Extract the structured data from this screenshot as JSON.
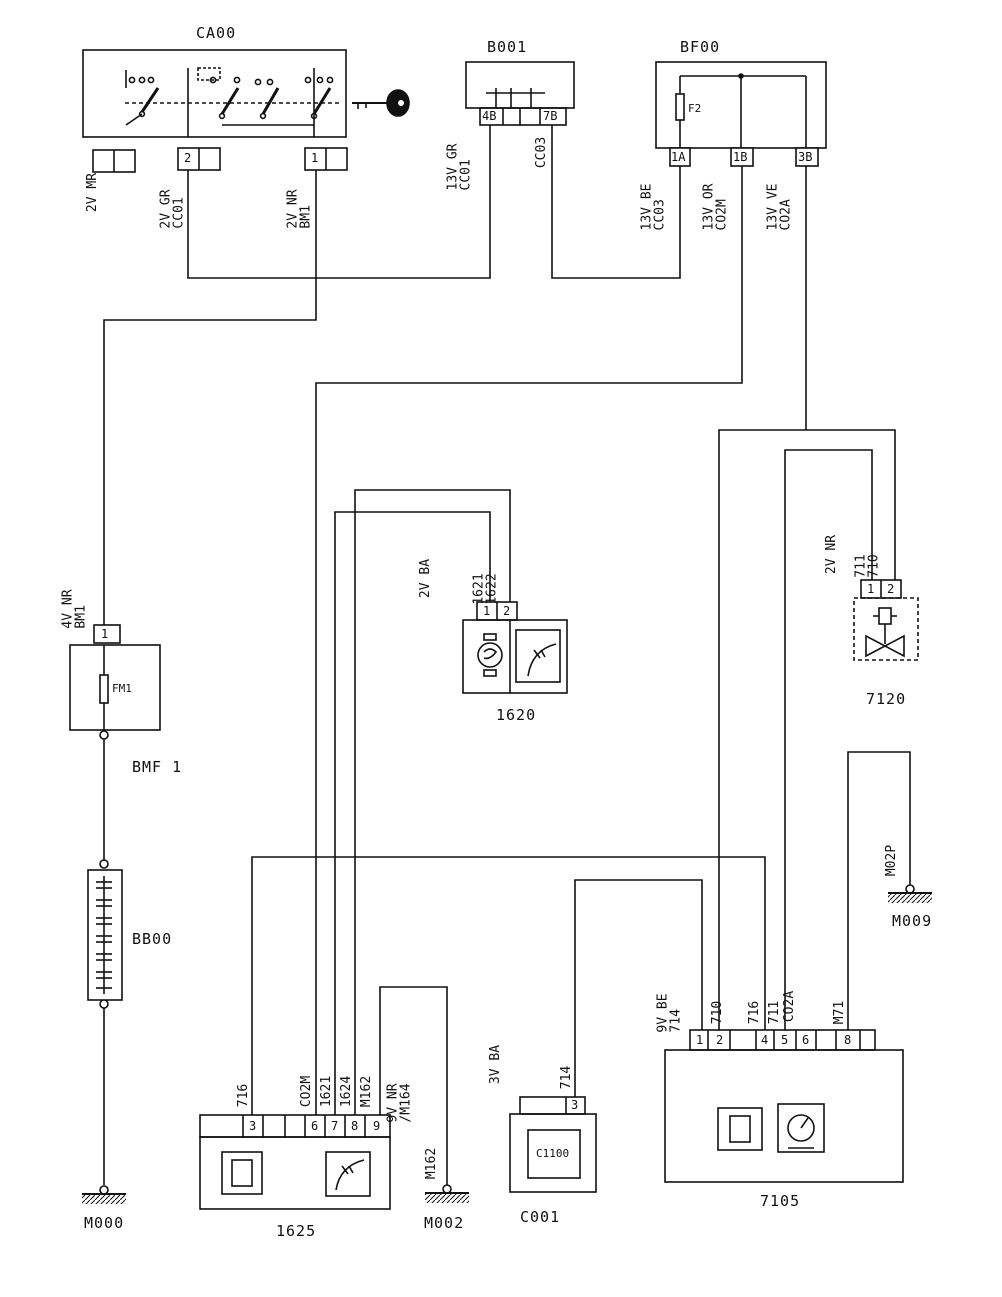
{
  "components": {
    "ca00": "CA00",
    "b001": "B001",
    "bf00": "BF00",
    "bmf1": "BMF 1",
    "bb00": "BB00",
    "c1620": "1620",
    "c7120": "7120",
    "c1625": "1625",
    "c7105": "7105",
    "c001": "C001",
    "m000": "M000",
    "m002": "M002",
    "m009": "M009"
  },
  "fuses": {
    "f2": "F2",
    "fm1": "FM1"
  },
  "chip_label": "C1100",
  "wire_labels": {
    "ca00_mr": "2V MR",
    "ca00_gr": "2V GR\nCC01",
    "ca00_nr": "2V NR\nBM1",
    "b001_4b": "13V GR\nCC01",
    "b001_7b": "CC03",
    "bf00_1a": "13V BE\nCC03",
    "bf00_1b": "13V OR\nCO2M",
    "bf00_3b": "13V VE\nCO2A",
    "bmf1_in": "4V NR\nBM1",
    "c1620_conn": "1621\n1622",
    "c7120_conn": "711\n710",
    "c1625_3": "716",
    "c1625_6": "CO2M",
    "c1625_7": "1621",
    "c1625_8": "1624",
    "c1625_9": "M162",
    "m002_wire": "9V NR\n/M164",
    "m002_end": "M162",
    "c001_3": "714",
    "c7105_conn": "9V BE\n714",
    "c7105_2": "710",
    "c7105_4": "716",
    "c7105_5": "711",
    "c7105_6": "CO2A",
    "c7105_8": "M71",
    "m009_wire": "M02P"
  },
  "connector_texts": {
    "c1620": "2V BA",
    "c7120": "2V NR",
    "c001": "3V BA"
  },
  "pins": {
    "ca00_2": "2",
    "ca00_1": "1",
    "b001_4b": "4B",
    "b001_7b": "7B",
    "bf00_1a": "1A",
    "bf00_1b": "1B",
    "bf00_3b": "3B",
    "bmf1_1": "1",
    "c1620_1": "1",
    "c1620_2": "2",
    "c7120_1": "1",
    "c7120_2": "2",
    "c1625_3": "3",
    "c1625_6": "6",
    "c1625_7": "7",
    "c1625_8": "8",
    "c1625_9": "9",
    "c001_3": "3",
    "c7105_1": "1",
    "c7105_2": "2",
    "c7105_4": "4",
    "c7105_5": "5",
    "c7105_6": "6",
    "c7105_8": "8"
  }
}
